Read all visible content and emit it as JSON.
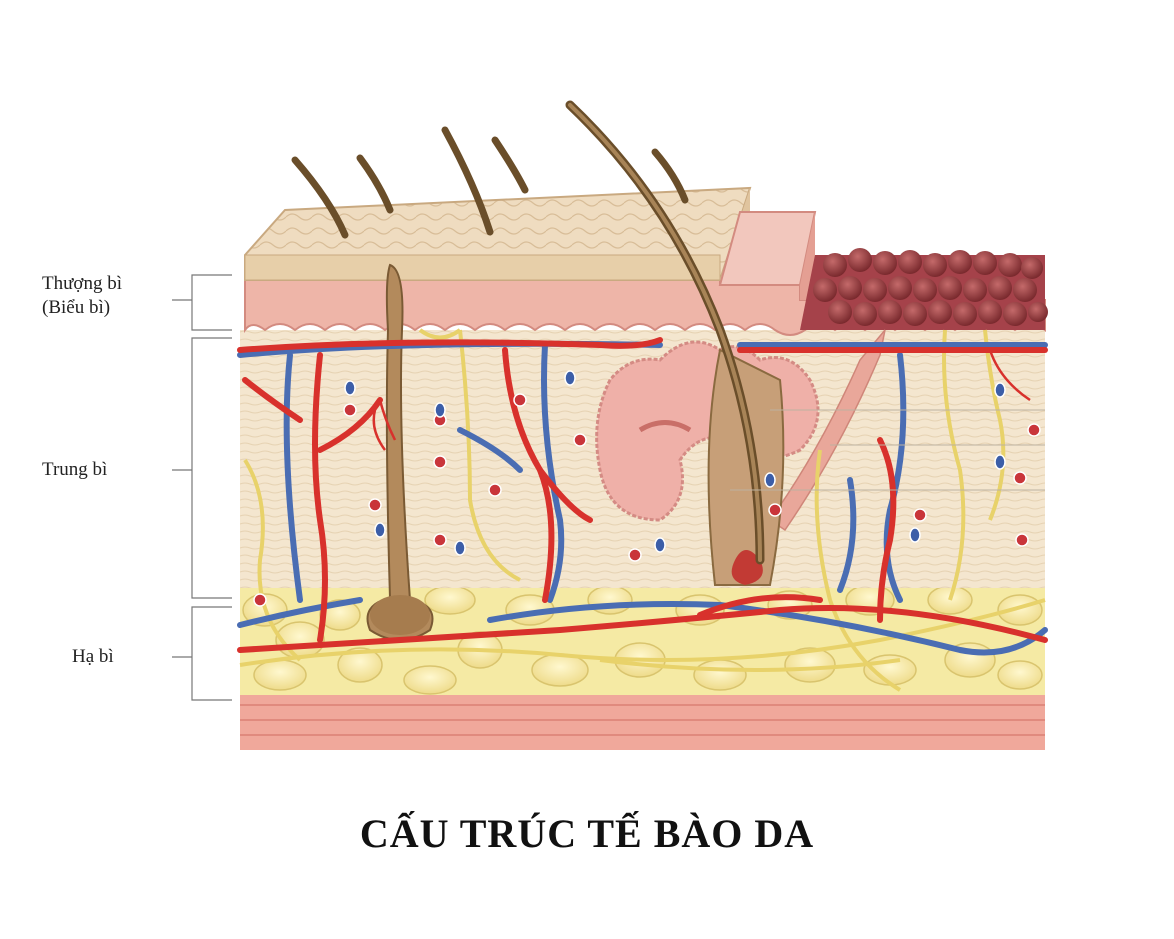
{
  "labels": {
    "epidermis_line1": "Thượng bì",
    "epidermis_line2": "(Biểu bì)",
    "dermis": "Trung bì",
    "hypodermis": "Hạ bì"
  },
  "title": "CẤU TRÚC TẾ BÀO DA",
  "colors": {
    "skin_surface": "#efdcc0",
    "epidermis": "#eeb5a8",
    "dermis": "#f4e6cf",
    "fat": "#f5eaa4",
    "muscle_base": "#f0a89b",
    "artery": "#d8312c",
    "vein": "#4a6db3",
    "nerve": "#e8d26a",
    "hair": "#8a6a40"
  }
}
